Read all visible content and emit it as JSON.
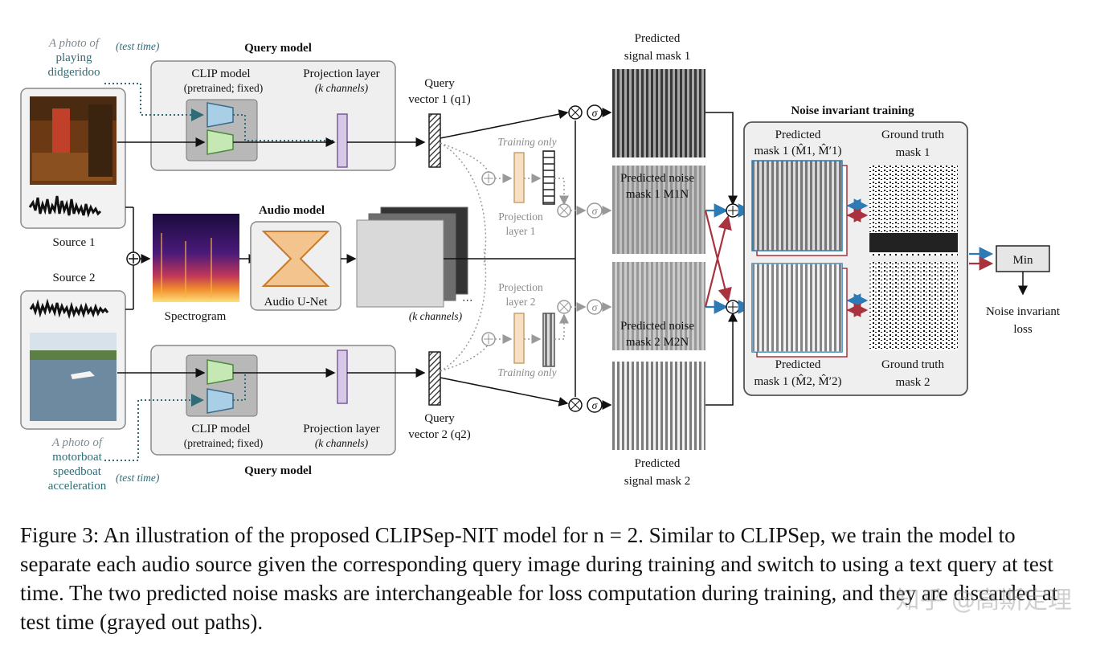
{
  "figure": {
    "query_text_1": [
      "A photo of",
      "playing",
      "didgeridoo"
    ],
    "query_text_2": [
      "A photo of",
      "motorboat",
      "speedboat",
      "acceleration"
    ],
    "test_time": "(test time)",
    "query_model_title": "Query model",
    "clip_model": "CLIP model",
    "clip_sub": "(pretrained; fixed)",
    "projection_layer": "Projection layer",
    "projection_sub": "(k channels)",
    "source1": "Source 1",
    "source2": "Source 2",
    "audio_model_title": "Audio model",
    "audio_unet": "Audio U-Net",
    "spectrogram": "Spectrogram",
    "k_channels": "(k channels)",
    "query_vector_1": [
      "Query",
      "vector 1 (q1)"
    ],
    "query_vector_2": [
      "Query",
      "vector 2 (q2)"
    ],
    "training_only": "Training only",
    "proj_layer_1": [
      "Projection",
      "layer 1"
    ],
    "proj_layer_2": [
      "Projection",
      "layer 2"
    ],
    "pred_signal_mask_1": [
      "Predicted",
      "signal mask 1"
    ],
    "pred_signal_mask_2": [
      "Predicted",
      "signal mask 2"
    ],
    "pred_noise_mask_1": [
      "Predicted noise",
      "mask 1 M1N"
    ],
    "pred_noise_mask_2": [
      "Predicted noise",
      "mask 2 M2N"
    ],
    "nit_title": "Noise invariant training",
    "pred_mask_1": [
      "Predicted",
      "mask 1 (M̂1, M̂′1)"
    ],
    "pred_mask_2": [
      "Predicted",
      "mask 1 (M̂2, M̂′2)"
    ],
    "gt_mask_1": [
      "Ground truth",
      "mask 1"
    ],
    "gt_mask_2": [
      "Ground truth",
      "mask 2"
    ],
    "min": "Min",
    "loss": [
      "Noise invariant",
      "loss"
    ],
    "sigma": "σ",
    "colors": {
      "blue": "#2c7bb6",
      "red": "#a8333f",
      "clip_blue": "#a9cfe6",
      "clip_green": "#c6e8b5",
      "purple": "#d8c8e8",
      "orange": "#f3c48e"
    }
  },
  "caption": "Figure 3: An illustration of the proposed CLIPSep-NIT model for n = 2. Similar to CLIPSep, we train the model to separate each audio source given the corresponding query image during training and switch to using a text query at test time. The two predicted noise masks are interchangeable for loss computation during training, and they are discarded at test time (grayed out paths).",
  "watermark": "知乎 @高斯定理"
}
